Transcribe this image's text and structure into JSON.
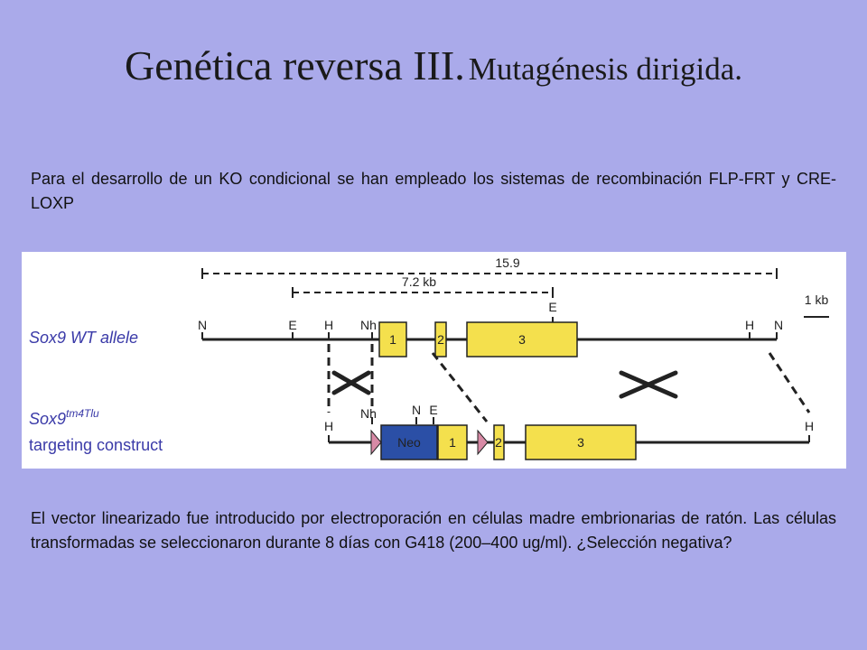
{
  "title": {
    "main": "Genética reversa III.",
    "sub": "Mutagénesis dirigida."
  },
  "intro": "Para el desarrollo de un KO condicional se han empleado los sistemas de recombinación FLP-FRT y CRE-LOXP",
  "figure": {
    "scale_total": "15.9",
    "scale_inner": "7.2 kb",
    "scale_bar": "1 kb",
    "wt_label": "Sox9 WT allele",
    "construct_base": "Sox9",
    "construct_sup": "tm4Tlu",
    "construct_line2": "targeting construct",
    "sites": {
      "N": "N",
      "E": "E",
      "H": "H",
      "Nh": "Nh"
    },
    "exons": {
      "e1": "1",
      "e2": "2",
      "e3": "3"
    },
    "neo": "Neo",
    "colors": {
      "exon": "#f4e04d",
      "neo": "#2b4fa6",
      "loxp": "#d88aa6",
      "label": "#3a3aa8"
    }
  },
  "body_text": "El vector linearizado fue introducido por electroporación en células madre embrionarias de ratón. Las células transformadas se seleccionaron durante 8 días con G418 (200–400 ug/ml). ¿Selección negativa?"
}
